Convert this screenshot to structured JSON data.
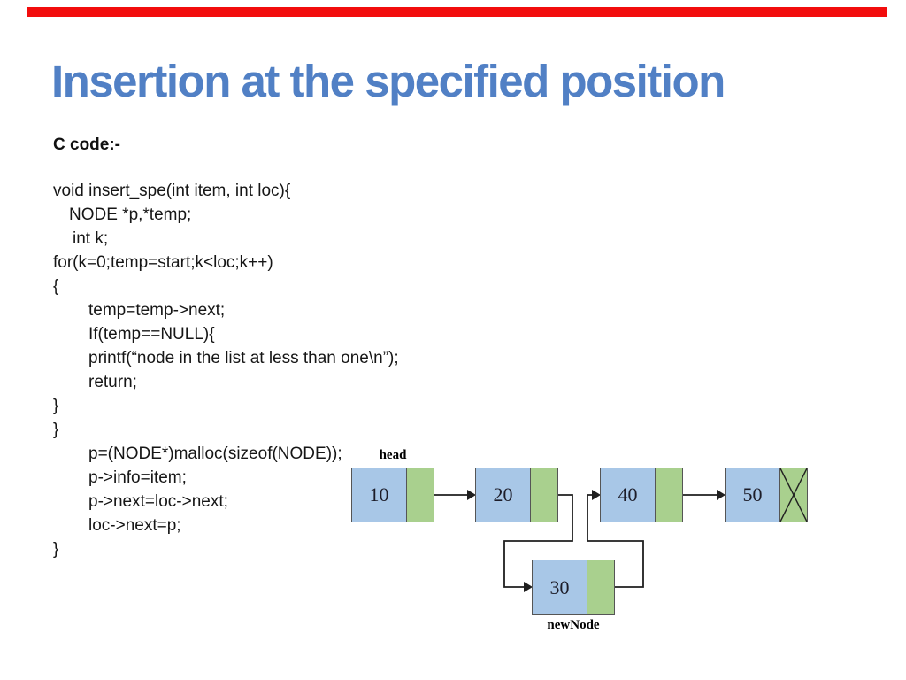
{
  "slide": {
    "title": "Insertion at the specified position",
    "title_color": "#5180c5",
    "top_bar_color": "#f20d0d"
  },
  "code": {
    "heading": "C code:-",
    "lines": [
      {
        "t": "void insert_spe(int item, int loc){",
        "i": 0
      },
      {
        "t": "NODE *p,*temp;",
        "i": 18
      },
      {
        "t": "int k;",
        "i": 22
      },
      {
        "t": "for(k=0;temp=start;k<loc;k++)",
        "i": 0
      },
      {
        "t": "{",
        "i": 0
      },
      {
        "t": "temp=temp->next;",
        "i": 40
      },
      {
        "t": "If(temp==NULL){",
        "i": 40
      },
      {
        "t": "printf(“node in the list at less than one\\n”);",
        "i": 40
      },
      {
        "t": "return;",
        "i": 40
      },
      {
        "t": "}",
        "i": 0
      },
      {
        "t": "}",
        "i": 0
      },
      {
        "t": "p=(NODE*)malloc(sizeof(NODE));",
        "i": 40
      },
      {
        "t": "p->info=item;",
        "i": 40
      },
      {
        "t": "p->next=loc->next;",
        "i": 40
      },
      {
        "t": "loc->next=p;",
        "i": 40
      },
      {
        "t": "}",
        "i": 0
      }
    ]
  },
  "diagram": {
    "head_label": "head",
    "new_node_label": "newNode",
    "info_cell_color": "#a8c7e7",
    "next_cell_color": "#a9d08e",
    "nodes": [
      {
        "value": "10"
      },
      {
        "value": "20"
      },
      {
        "value": "40"
      },
      {
        "value": "50"
      }
    ],
    "new_node": {
      "value": "30"
    }
  }
}
